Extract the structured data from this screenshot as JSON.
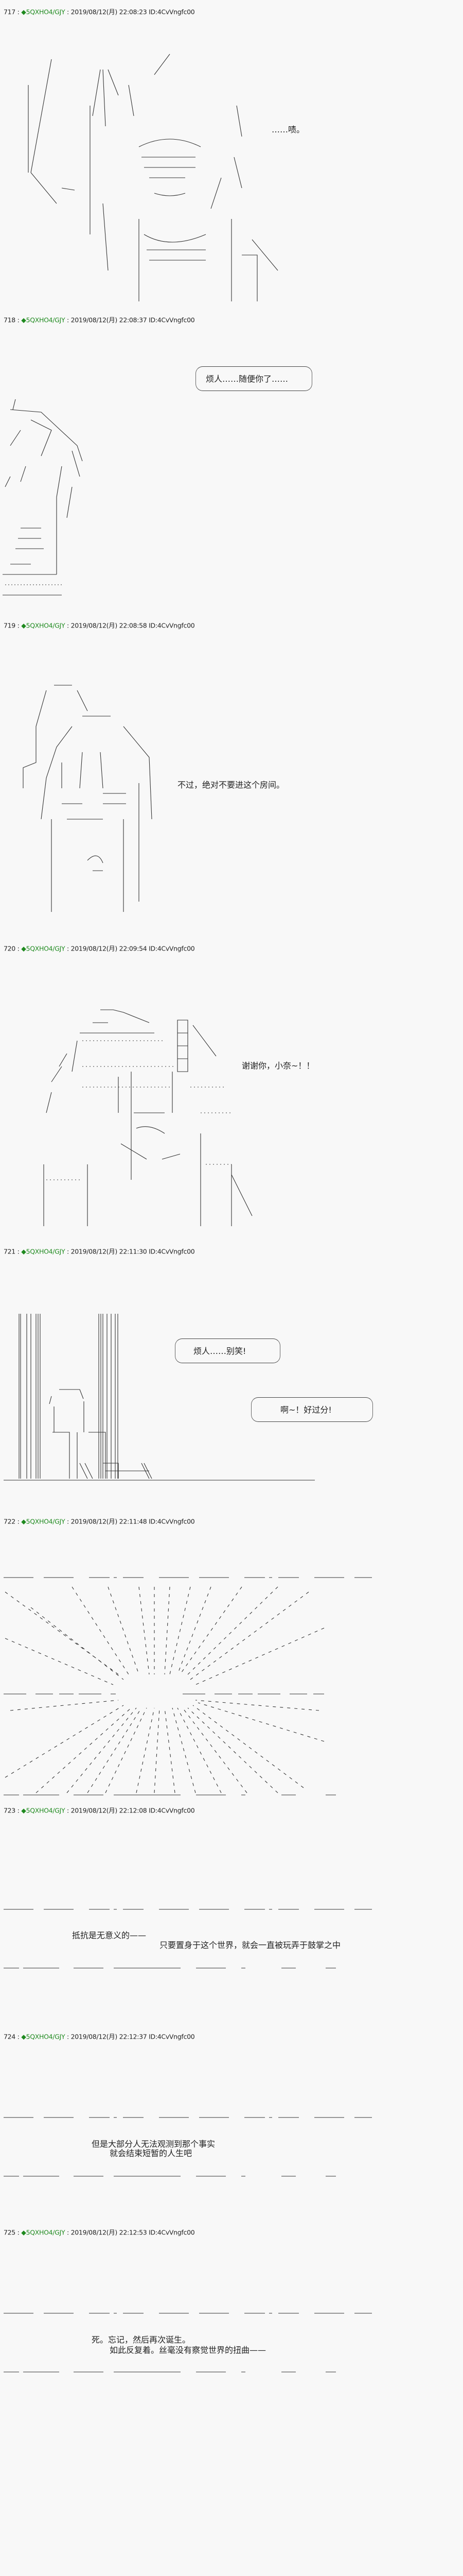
{
  "posts": [
    {
      "num": "717",
      "trip": "5QXHO4/GJY",
      "date": "2019/08/12(月) 22:08:23",
      "id": "ID:4CvVngfc00",
      "lines": [
        "……啧。"
      ]
    },
    {
      "num": "718",
      "trip": "5QXHO4/GJY",
      "date": "2019/08/12(月) 22:08:37",
      "id": "ID:4CvVngfc00",
      "lines": [
        "烦人……随便你了……"
      ]
    },
    {
      "num": "719",
      "trip": "5QXHO4/GJY",
      "date": "2019/08/12(月) 22:08:58",
      "id": "ID:4CvVngfc00",
      "lines": [
        "不过，绝对不要进这个房间。"
      ]
    },
    {
      "num": "720",
      "trip": "5QXHO4/GJY",
      "date": "2019/08/12(月) 22:09:54",
      "id": "ID:4CvVngfc00",
      "lines": [
        "谢谢你，小奈~！！"
      ]
    },
    {
      "num": "721",
      "trip": "5QXHO4/GJY",
      "date": "2019/08/12(月) 22:11:30",
      "id": "ID:4CvVngfc00",
      "lines": [
        "烦人……别笑!",
        "啊~！好过分!"
      ]
    },
    {
      "num": "722",
      "trip": "5QXHO4/GJY",
      "date": "2019/08/12(月) 22:11:48",
      "id": "ID:4CvVngfc00",
      "lines": []
    },
    {
      "num": "723",
      "trip": "5QXHO4/GJY",
      "date": "2019/08/12(月) 22:12:08",
      "id": "ID:4CvVngfc00",
      "lines": [
        "抵抗是无意义的——",
        "只要置身于这个世界，就会一直被玩弄于鼓掌之中"
      ]
    },
    {
      "num": "724",
      "trip": "5QXHO4/GJY",
      "date": "2019/08/12(月) 22:12:37",
      "id": "ID:4CvVngfc00",
      "lines": [
        "但是大部分人无法观测到那个事实",
        "就会结束短暂的人生吧"
      ]
    },
    {
      "num": "725",
      "trip": "5QXHO4/GJY",
      "date": "2019/08/12(月) 22:12:53",
      "id": "ID:4CvVngfc00",
      "lines": [
        "死。忘记，然后再次诞生。",
        "如此反复着。丝毫没有察觉世界的扭曲——"
      ]
    }
  ],
  "separator": " : ",
  "trip_icon": "diamond-icon",
  "colors": {
    "background": "#f8f8f8",
    "trip": "#1f8a1f",
    "text": "#222222"
  }
}
